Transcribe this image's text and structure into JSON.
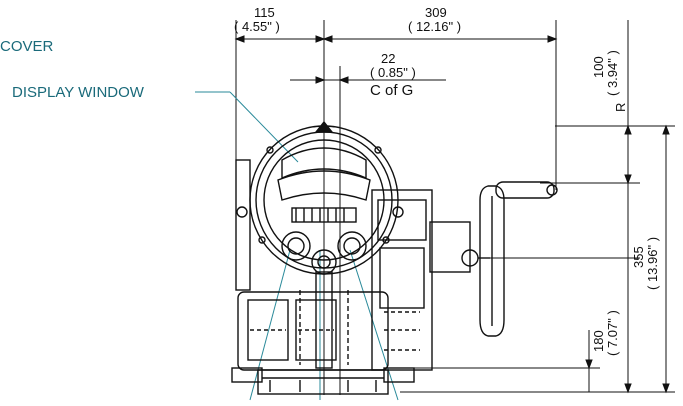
{
  "callouts": {
    "cover": "COVER",
    "display_window": "DISPLAY WINDOW"
  },
  "dimensions": {
    "d115": {
      "mm": "115",
      "in": "( 4.55\" )"
    },
    "d309": {
      "mm": "309",
      "in": "( 12.16\" )"
    },
    "d22": {
      "mm": "22",
      "in": "( 0.85\" )",
      "note": "C of G"
    },
    "d100": {
      "mm": "100",
      "in": "( 3.94\" )",
      "prefix": "R"
    },
    "d355": {
      "mm": "355",
      "in": "( 13.96\" )"
    },
    "d180": {
      "mm": "180",
      "in": "( 7.07\" )"
    }
  },
  "colors": {
    "line": "#111111",
    "callout": "#2a8a9a"
  }
}
